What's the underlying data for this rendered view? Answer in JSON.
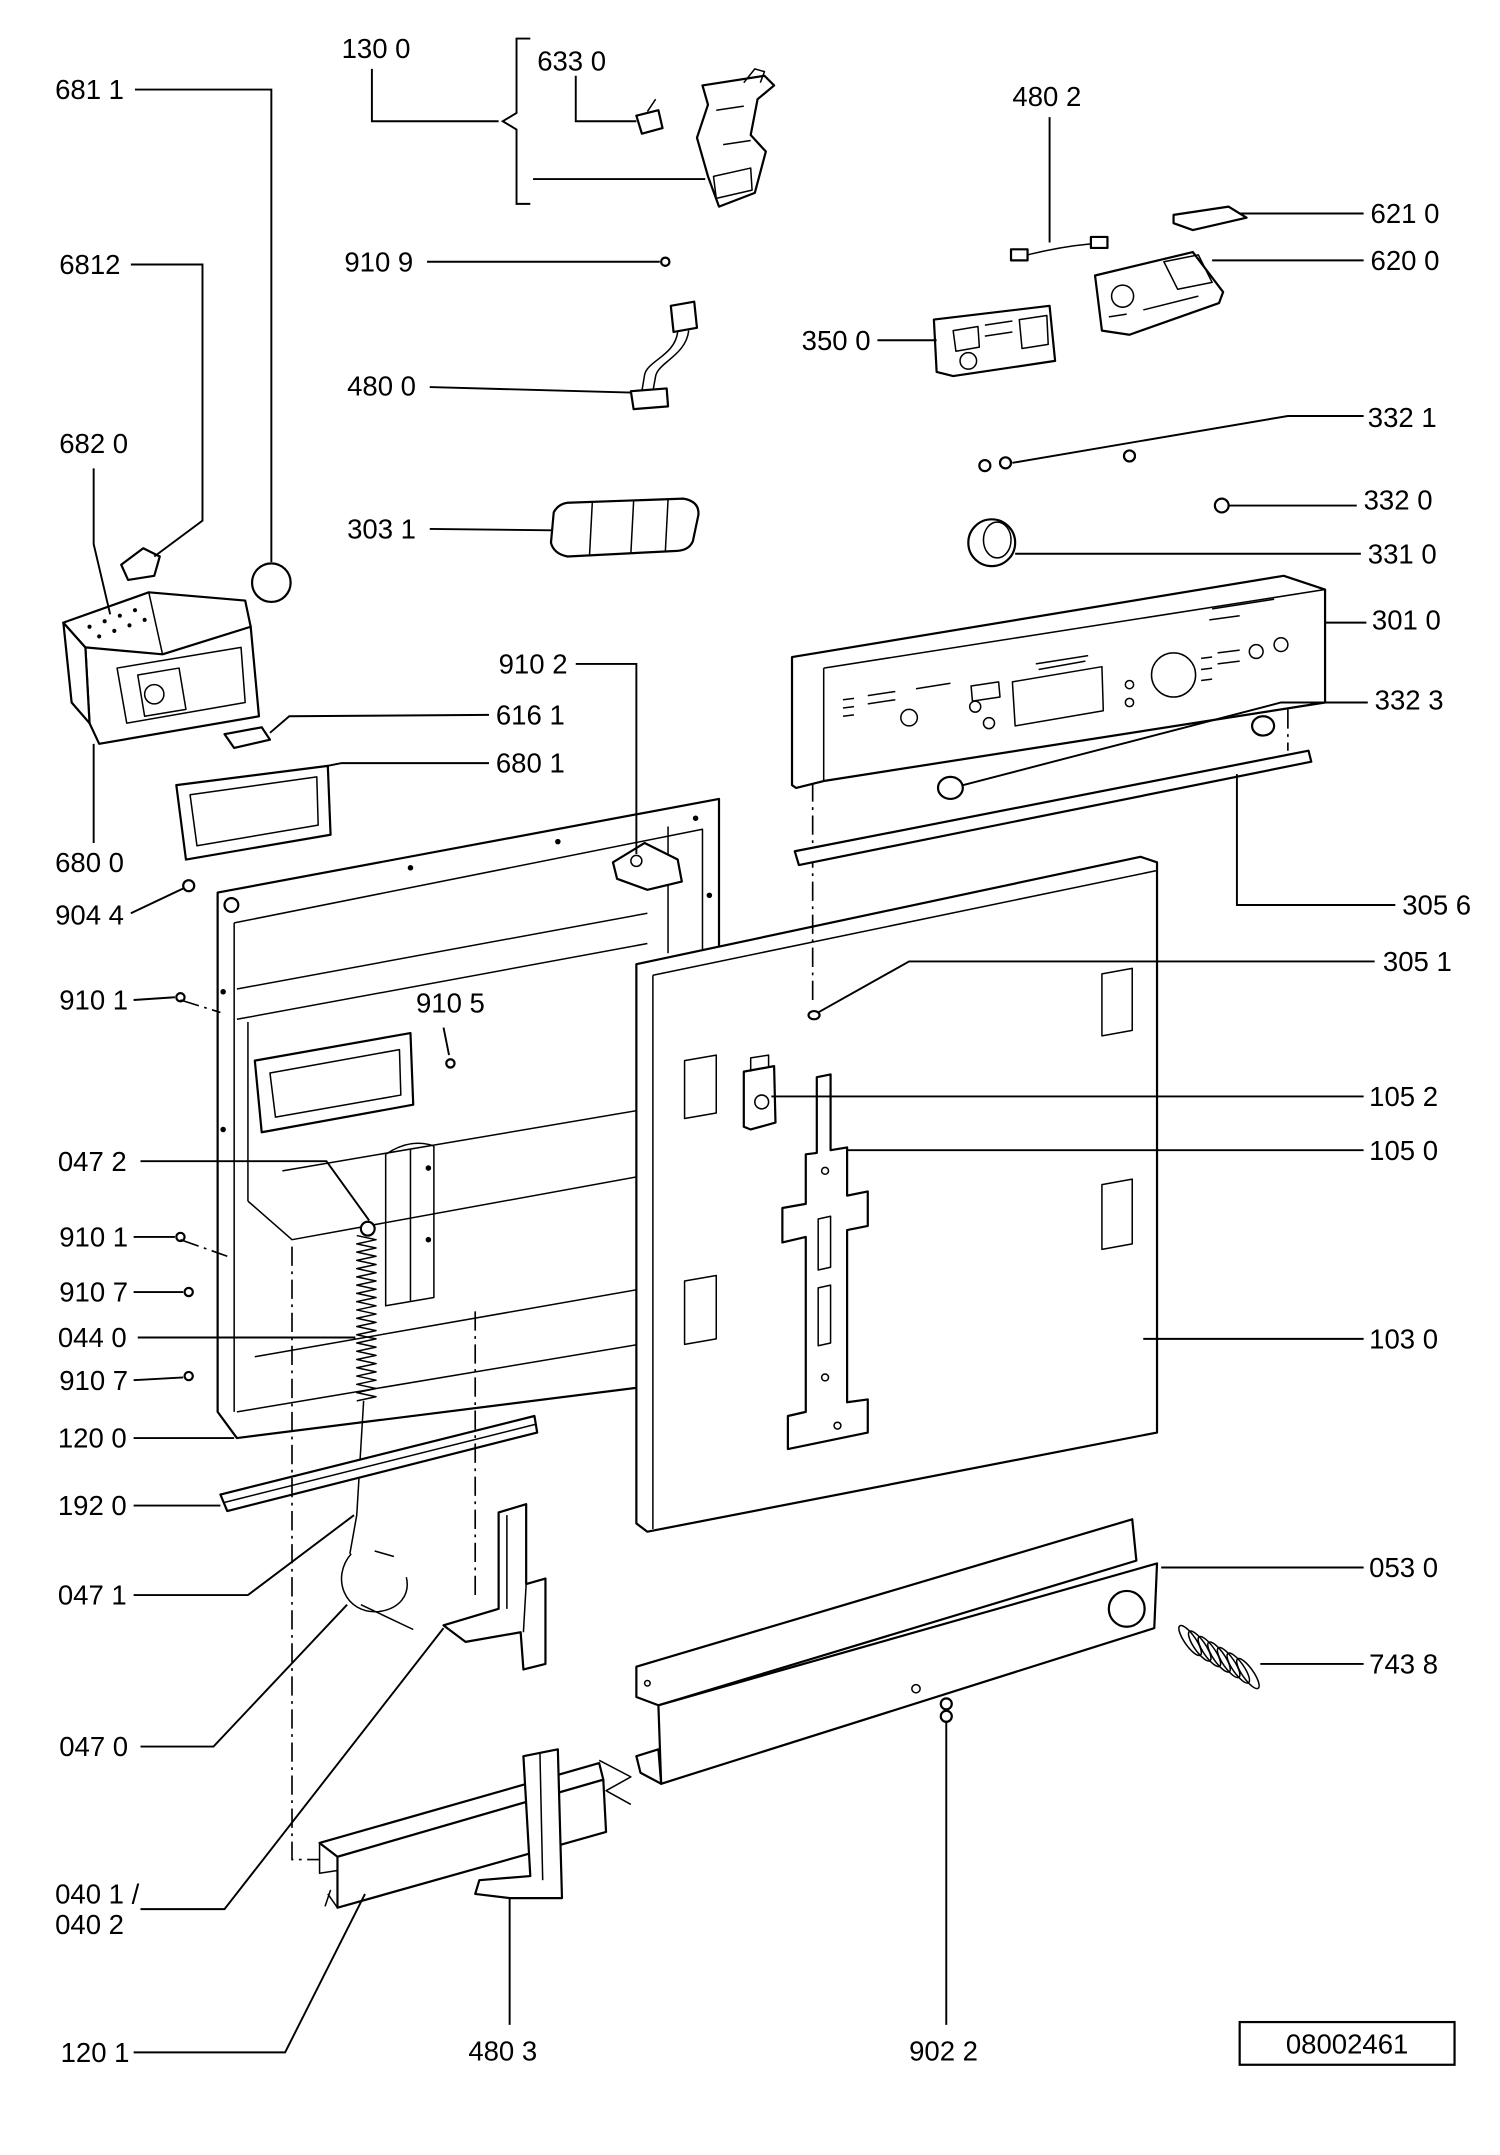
{
  "drawing_number": "08002461",
  "callouts": {
    "c681_1": "681 1",
    "c6812": "6812",
    "c682_0": "682 0",
    "c680_0": "680 0",
    "c904_4": "904 4",
    "c910_1a": "910 1",
    "c047_2": "047 2",
    "c910_1b": "910 1",
    "c910_7a": "910 7",
    "c044_0": "044 0",
    "c910_7b": "910 7",
    "c120_0": "120 0",
    "c192_0": "192 0",
    "c047_1": "047 1",
    "c047_0": "047 0",
    "c040_1": "040 1 /",
    "c040_2": "040 2",
    "c120_1": "120 1",
    "c130_0": "130 0",
    "c633_0": "633 0",
    "c910_9": "910 9",
    "c480_0": "480 0",
    "c303_1": "303 1",
    "c910_2": "910 2",
    "c616_1": "616 1",
    "c680_1": "680 1",
    "c910_5": "910 5",
    "c480_2": "480 2",
    "c621_0": "621 0",
    "c620_0": "620 0",
    "c350_0": "350 0",
    "c332_1": "332 1",
    "c332_0": "332 0",
    "c331_0": "331 0",
    "c301_0": "301 0",
    "c332_3": "332 3",
    "c305_6": "305 6",
    "c305_1": "305 1",
    "c105_2": "105 2",
    "c105_0": "105 0",
    "c103_0": "103 0",
    "c053_0": "053 0",
    "c743_8": "743 8",
    "c480_3": "480 3",
    "c902_2": "902 2"
  }
}
